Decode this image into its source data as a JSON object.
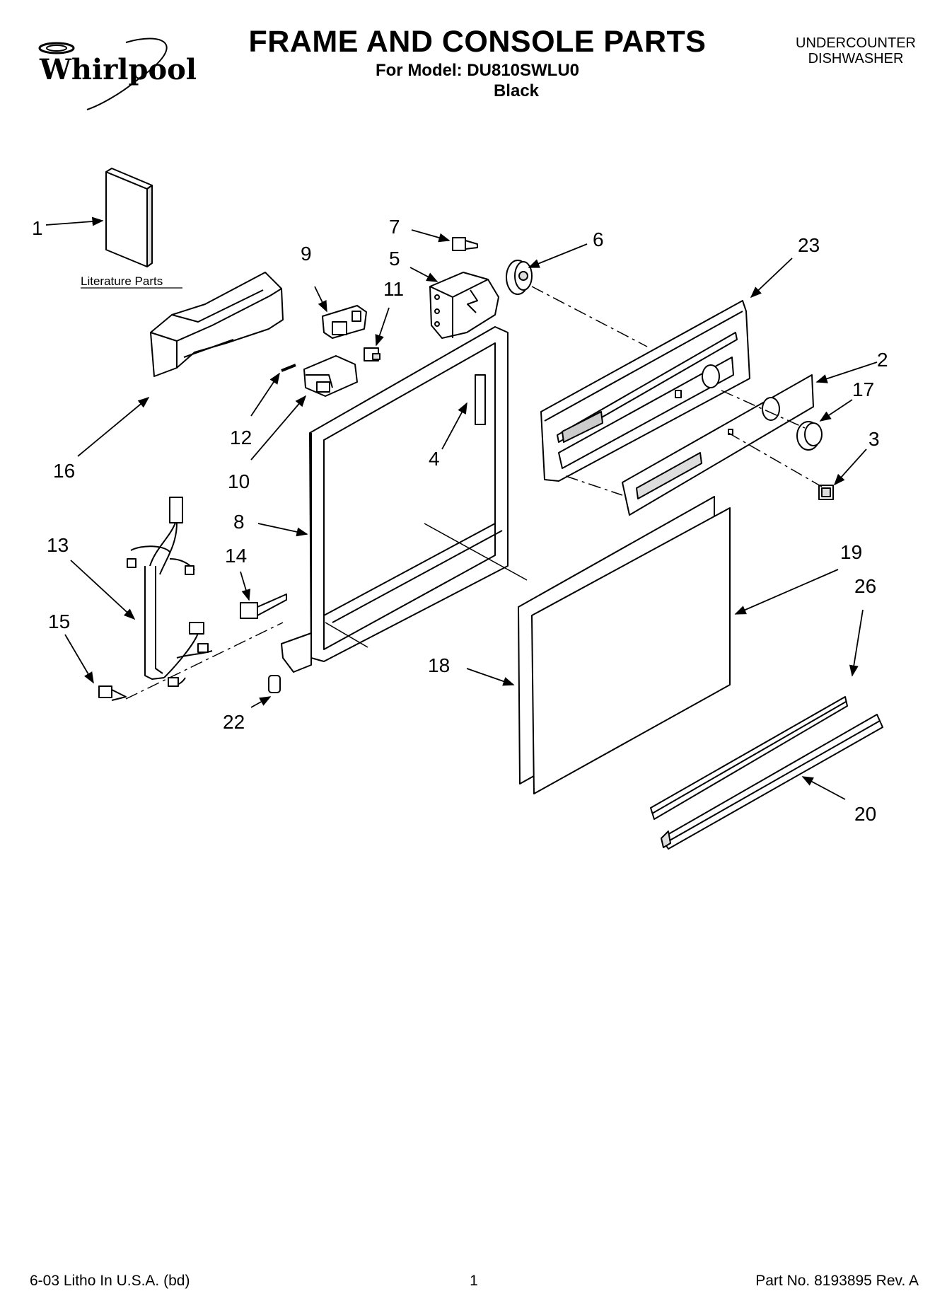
{
  "brand": "Whirlpool",
  "header": {
    "title": "FRAME AND CONSOLE PARTS",
    "model_line": "For Model: DU810SWLU0",
    "color": "Black",
    "product_line1": "UNDERCOUNTER",
    "product_line2": "DISHWASHER"
  },
  "literature_label": "Literature Parts",
  "callouts": {
    "c1": "1",
    "c2": "2",
    "c3": "3",
    "c4": "4",
    "c5": "5",
    "c6": "6",
    "c7": "7",
    "c8": "8",
    "c9": "9",
    "c10": "10",
    "c11": "11",
    "c12": "12",
    "c13": "13",
    "c14": "14",
    "c15": "15",
    "c16": "16",
    "c17": "17",
    "c18": "18",
    "c19": "19",
    "c20": "20",
    "c22": "22",
    "c23": "23",
    "c26": "26"
  },
  "footer": {
    "left": "6-03 Litho In U.S.A. (bd)",
    "page": "1",
    "part_no": "Part No. 8193895 Rev. A"
  }
}
